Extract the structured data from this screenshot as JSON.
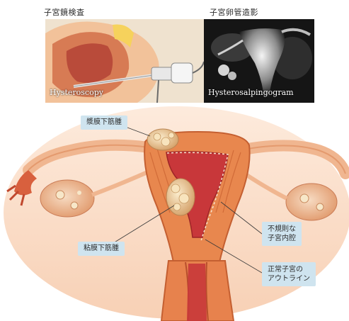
{
  "captions": {
    "hysteroscopy_heading": "子宮鏡検査",
    "hsg_heading": "子宮卵管造影"
  },
  "panels": {
    "left_label": "Hysteroscopy",
    "right_label": "Hysterosalpingogram"
  },
  "labels": {
    "subserosal": "漿膜下筋腫",
    "submucosal": "粘膜下筋腫",
    "irregular_cavity_line1": "不規則な",
    "irregular_cavity_line2": "子宮内腔",
    "normal_outline_line1": "正常子宮の",
    "normal_outline_line2": "アウトライン"
  },
  "colors": {
    "callout_bg": "#cfe4ef",
    "tissue": "#f2b387",
    "muscle": "#d9673a",
    "cavity": "#c23a3a",
    "fibroid": "#f3d9a4"
  }
}
